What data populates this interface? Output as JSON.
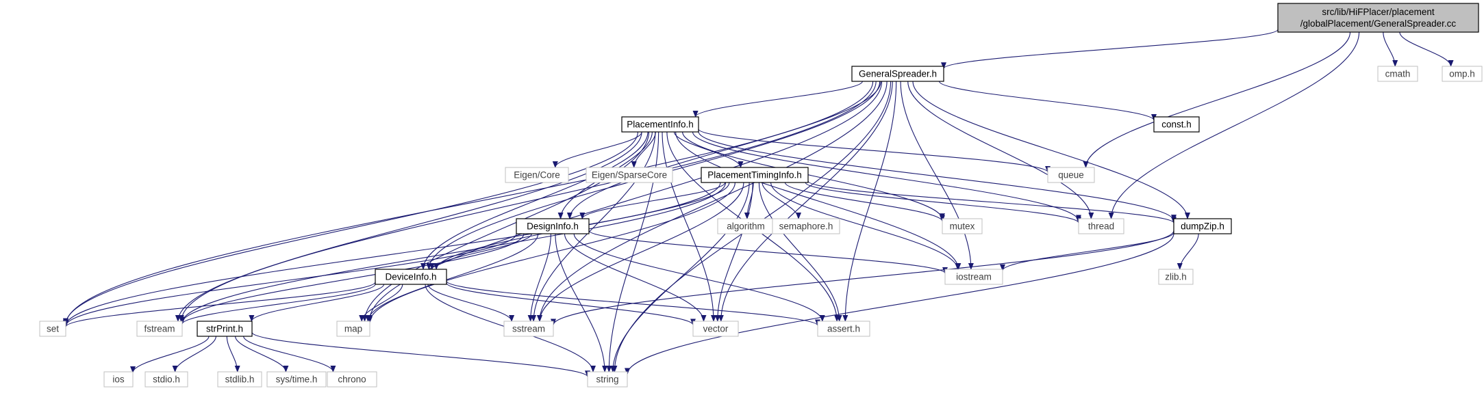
{
  "graph": {
    "nodes": [
      {
        "id": "root",
        "lines": [
          "src/lib/HiFPlacer/placement",
          "/globalPlacement/GeneralSpreader.cc"
        ],
        "kind": "root"
      },
      {
        "id": "gs",
        "lines": [
          "GeneralSpreader.h"
        ],
        "kind": "file"
      },
      {
        "id": "cmath",
        "lines": [
          "cmath"
        ],
        "kind": "system"
      },
      {
        "id": "omp",
        "lines": [
          "omp.h"
        ],
        "kind": "system"
      },
      {
        "id": "pi",
        "lines": [
          "PlacementInfo.h"
        ],
        "kind": "file"
      },
      {
        "id": "const",
        "lines": [
          "const.h"
        ],
        "kind": "file"
      },
      {
        "id": "eigencore",
        "lines": [
          "Eigen/Core"
        ],
        "kind": "system"
      },
      {
        "id": "eigensparse",
        "lines": [
          "Eigen/SparseCore"
        ],
        "kind": "system"
      },
      {
        "id": "queue",
        "lines": [
          "queue"
        ],
        "kind": "system"
      },
      {
        "id": "pti",
        "lines": [
          "PlacementTimingInfo.h"
        ],
        "kind": "file"
      },
      {
        "id": "algorithm",
        "lines": [
          "algorithm"
        ],
        "kind": "system"
      },
      {
        "id": "semaphore",
        "lines": [
          "semaphore.h"
        ],
        "kind": "system"
      },
      {
        "id": "mutex",
        "lines": [
          "mutex"
        ],
        "kind": "system"
      },
      {
        "id": "thread",
        "lines": [
          "thread"
        ],
        "kind": "system"
      },
      {
        "id": "dumpzip",
        "lines": [
          "dumpZip.h"
        ],
        "kind": "file"
      },
      {
        "id": "di",
        "lines": [
          "DesignInfo.h"
        ],
        "kind": "file"
      },
      {
        "id": "iostream",
        "lines": [
          "iostream"
        ],
        "kind": "system"
      },
      {
        "id": "zlib",
        "lines": [
          "zlib.h"
        ],
        "kind": "system"
      },
      {
        "id": "dev",
        "lines": [
          "DeviceInfo.h"
        ],
        "kind": "file"
      },
      {
        "id": "set",
        "lines": [
          "set"
        ],
        "kind": "system"
      },
      {
        "id": "fstream",
        "lines": [
          "fstream"
        ],
        "kind": "system"
      },
      {
        "id": "map",
        "lines": [
          "map"
        ],
        "kind": "system"
      },
      {
        "id": "sstream",
        "lines": [
          "sstream"
        ],
        "kind": "system"
      },
      {
        "id": "vector",
        "lines": [
          "vector"
        ],
        "kind": "system"
      },
      {
        "id": "assert",
        "lines": [
          "assert.h"
        ],
        "kind": "system"
      },
      {
        "id": "strprint",
        "lines": [
          "strPrint.h"
        ],
        "kind": "file"
      },
      {
        "id": "ios",
        "lines": [
          "ios"
        ],
        "kind": "system"
      },
      {
        "id": "stdio",
        "lines": [
          "stdio.h"
        ],
        "kind": "system"
      },
      {
        "id": "stdlib",
        "lines": [
          "stdlib.h"
        ],
        "kind": "system"
      },
      {
        "id": "systime",
        "lines": [
          "sys/time.h"
        ],
        "kind": "system"
      },
      {
        "id": "chrono",
        "lines": [
          "chrono"
        ],
        "kind": "system"
      },
      {
        "id": "string",
        "lines": [
          "string"
        ],
        "kind": "system"
      }
    ],
    "edges": [
      [
        "root",
        "gs"
      ],
      [
        "root",
        "cmath"
      ],
      [
        "root",
        "omp"
      ],
      [
        "root",
        "queue"
      ],
      [
        "root",
        "thread"
      ],
      [
        "gs",
        "pi"
      ],
      [
        "gs",
        "const"
      ],
      [
        "gs",
        "dumpzip"
      ],
      [
        "gs",
        "di"
      ],
      [
        "gs",
        "dev"
      ],
      [
        "gs",
        "set"
      ],
      [
        "gs",
        "fstream"
      ],
      [
        "gs",
        "map"
      ],
      [
        "gs",
        "sstream"
      ],
      [
        "gs",
        "iostream"
      ],
      [
        "gs",
        "vector"
      ],
      [
        "gs",
        "assert"
      ],
      [
        "gs",
        "string"
      ],
      [
        "gs",
        "thread"
      ],
      [
        "pi",
        "eigencore"
      ],
      [
        "pi",
        "eigensparse"
      ],
      [
        "pi",
        "queue"
      ],
      [
        "pi",
        "pti"
      ],
      [
        "pi",
        "di"
      ],
      [
        "pi",
        "dev"
      ],
      [
        "pi",
        "mutex"
      ],
      [
        "pi",
        "thread"
      ],
      [
        "pi",
        "dumpzip"
      ],
      [
        "pi",
        "iostream"
      ],
      [
        "pi",
        "set"
      ],
      [
        "pi",
        "fstream"
      ],
      [
        "pi",
        "map"
      ],
      [
        "pi",
        "sstream"
      ],
      [
        "pi",
        "vector"
      ],
      [
        "pi",
        "assert"
      ],
      [
        "pi",
        "string"
      ],
      [
        "pti",
        "algorithm"
      ],
      [
        "pti",
        "semaphore"
      ],
      [
        "pti",
        "mutex"
      ],
      [
        "pti",
        "thread"
      ],
      [
        "pti",
        "dumpzip"
      ],
      [
        "pti",
        "di"
      ],
      [
        "pti",
        "dev"
      ],
      [
        "pti",
        "iostream"
      ],
      [
        "pti",
        "set"
      ],
      [
        "pti",
        "fstream"
      ],
      [
        "pti",
        "map"
      ],
      [
        "pti",
        "sstream"
      ],
      [
        "pti",
        "vector"
      ],
      [
        "pti",
        "assert"
      ],
      [
        "pti",
        "string"
      ],
      [
        "dumpzip",
        "iostream"
      ],
      [
        "dumpzip",
        "zlib"
      ],
      [
        "dumpzip",
        "sstream"
      ],
      [
        "dumpzip",
        "string"
      ],
      [
        "di",
        "iostream"
      ],
      [
        "di",
        "dev"
      ],
      [
        "di",
        "fstream"
      ],
      [
        "di",
        "map"
      ],
      [
        "di",
        "sstream"
      ],
      [
        "di",
        "vector"
      ],
      [
        "di",
        "assert"
      ],
      [
        "di",
        "string"
      ],
      [
        "di",
        "set"
      ],
      [
        "dev",
        "strprint"
      ],
      [
        "dev",
        "set"
      ],
      [
        "dev",
        "fstream"
      ],
      [
        "dev",
        "map"
      ],
      [
        "dev",
        "sstream"
      ],
      [
        "dev",
        "vector"
      ],
      [
        "dev",
        "assert"
      ],
      [
        "dev",
        "string"
      ],
      [
        "strprint",
        "ios"
      ],
      [
        "strprint",
        "stdio"
      ],
      [
        "strprint",
        "stdlib"
      ],
      [
        "strprint",
        "systime"
      ],
      [
        "strprint",
        "chrono"
      ],
      [
        "strprint",
        "string"
      ]
    ]
  },
  "colors": {
    "edge": "#191970",
    "root_fill": "#bfbfbf",
    "file_border": "#000000",
    "system_border": "#bfbfbf",
    "system_text": "#404040",
    "text": "#000000"
  }
}
